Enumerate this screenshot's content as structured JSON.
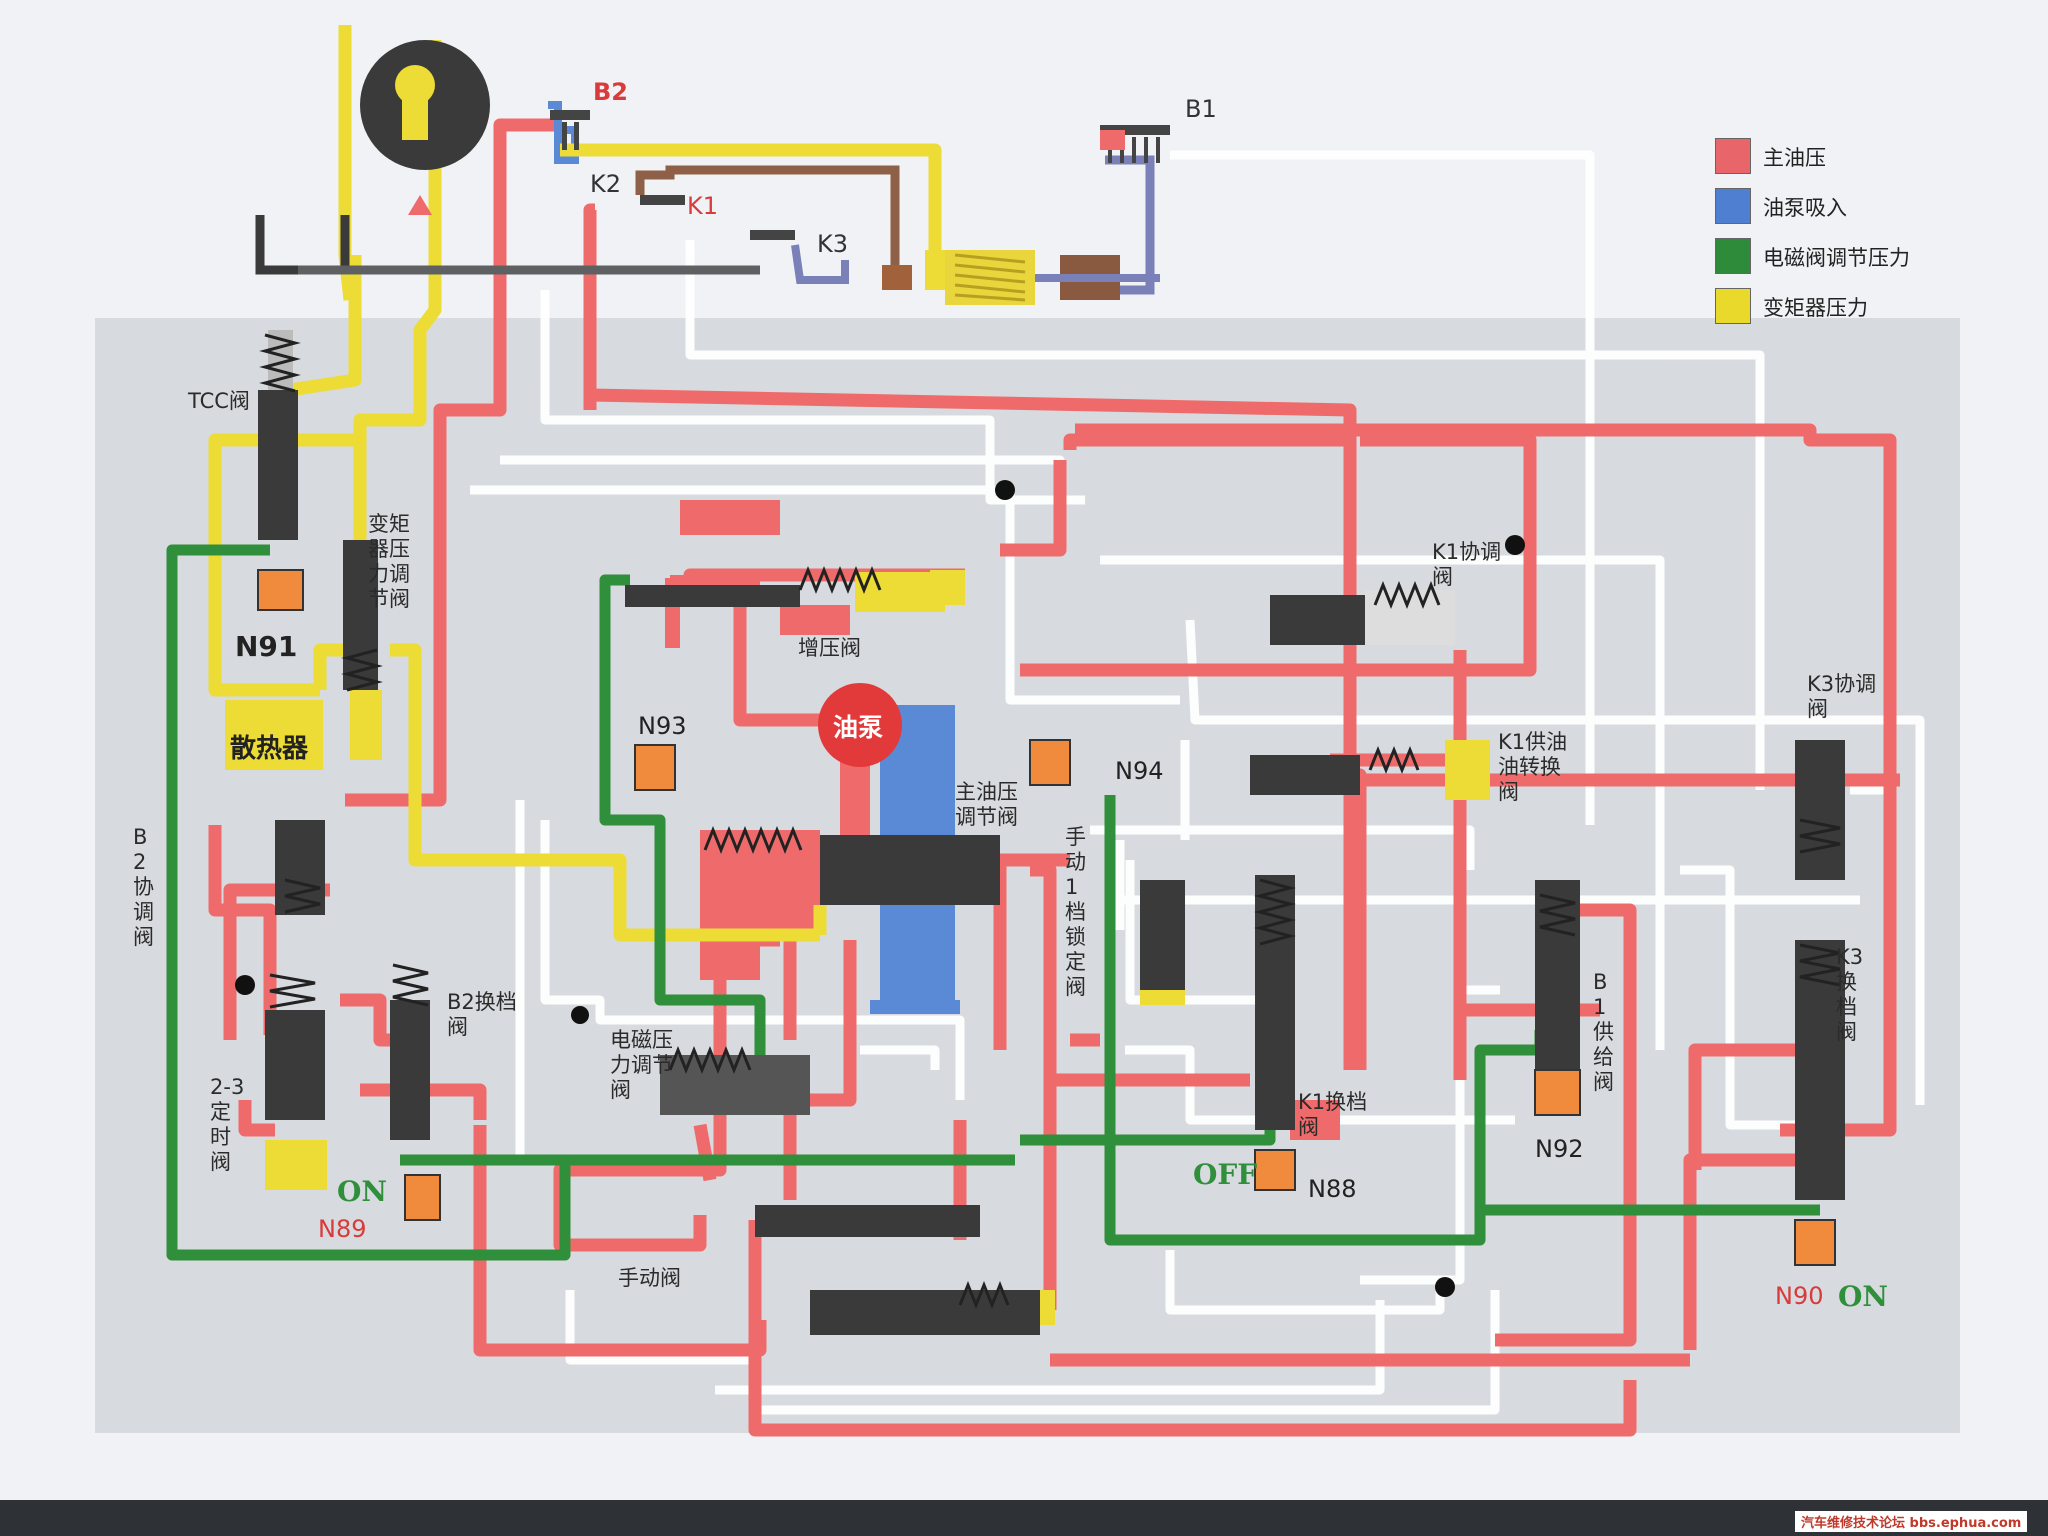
{
  "legend": [
    {
      "label": "主油压",
      "color": "#e8666a"
    },
    {
      "label": "油泵吸入",
      "color": "#4f7fd1"
    },
    {
      "label": "电磁阀调节压力",
      "color": "#2e8b3a"
    },
    {
      "label": "变矩器压力",
      "color": "#e8d92a"
    }
  ],
  "colors": {
    "main": "#ef6a6a",
    "suction": "#5a8ad6",
    "solenoid": "#2f8f3a",
    "converter": "#ecdc35",
    "line": "#ffffff",
    "valve": "#3a3a3a"
  },
  "labels": {
    "b2": "B2",
    "b1": "B1",
    "k2": "K2",
    "k1": "K1",
    "k3": "K3",
    "tcc": "TCC阀",
    "converter_valve": "变矩器压力调节阀",
    "n91": "N91",
    "cooler": "散热器",
    "boost": "增压阀",
    "n93": "N93",
    "pump": "油泵",
    "main_reg": "主油压调节阀",
    "n94": "N94",
    "manual_lock": "手动1档锁定阀",
    "k1_coord": "K1协调阀",
    "k1_supply": "K1供油油转换阀",
    "k3_coord": "K3协调阀",
    "b2_coord": "B2协调阀",
    "solenoid_reg": "电磁压力调节阀",
    "b2_shift": "B2换档阀",
    "timing": "2-3定时阀",
    "on": "ON",
    "n89": "N89",
    "manual": "手动阀",
    "off": "OFF",
    "k1_shift": "K1换档阀",
    "n88": "N88",
    "b1_supply": "B1供给阀",
    "n92": "N92",
    "k3_shift": "K3换档阀",
    "n90": "N90"
  },
  "watermark": "汽车维修技术论坛 bbs.ephua.com"
}
